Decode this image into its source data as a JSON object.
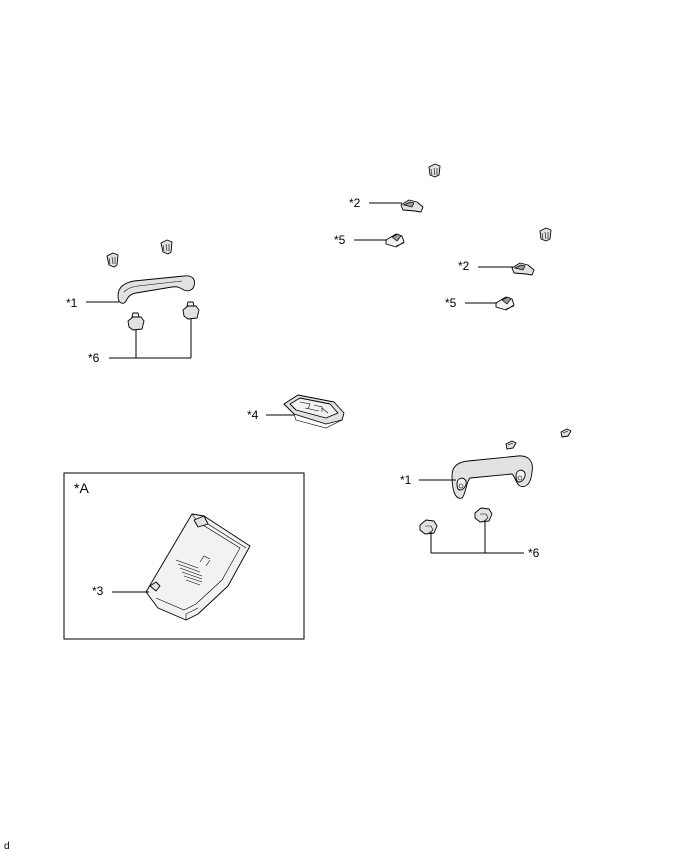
{
  "callouts": {
    "c1_left": "*1",
    "c6_left": "*6",
    "c2_top": "*2",
    "c5_top": "*5",
    "c2_mid": "*2",
    "c5_mid": "*5",
    "c4": "*4",
    "c1_right": "*1",
    "c6_right": "*6",
    "c3": "*3"
  },
  "inset": {
    "label": "*A"
  },
  "footer": {
    "code": "d"
  }
}
